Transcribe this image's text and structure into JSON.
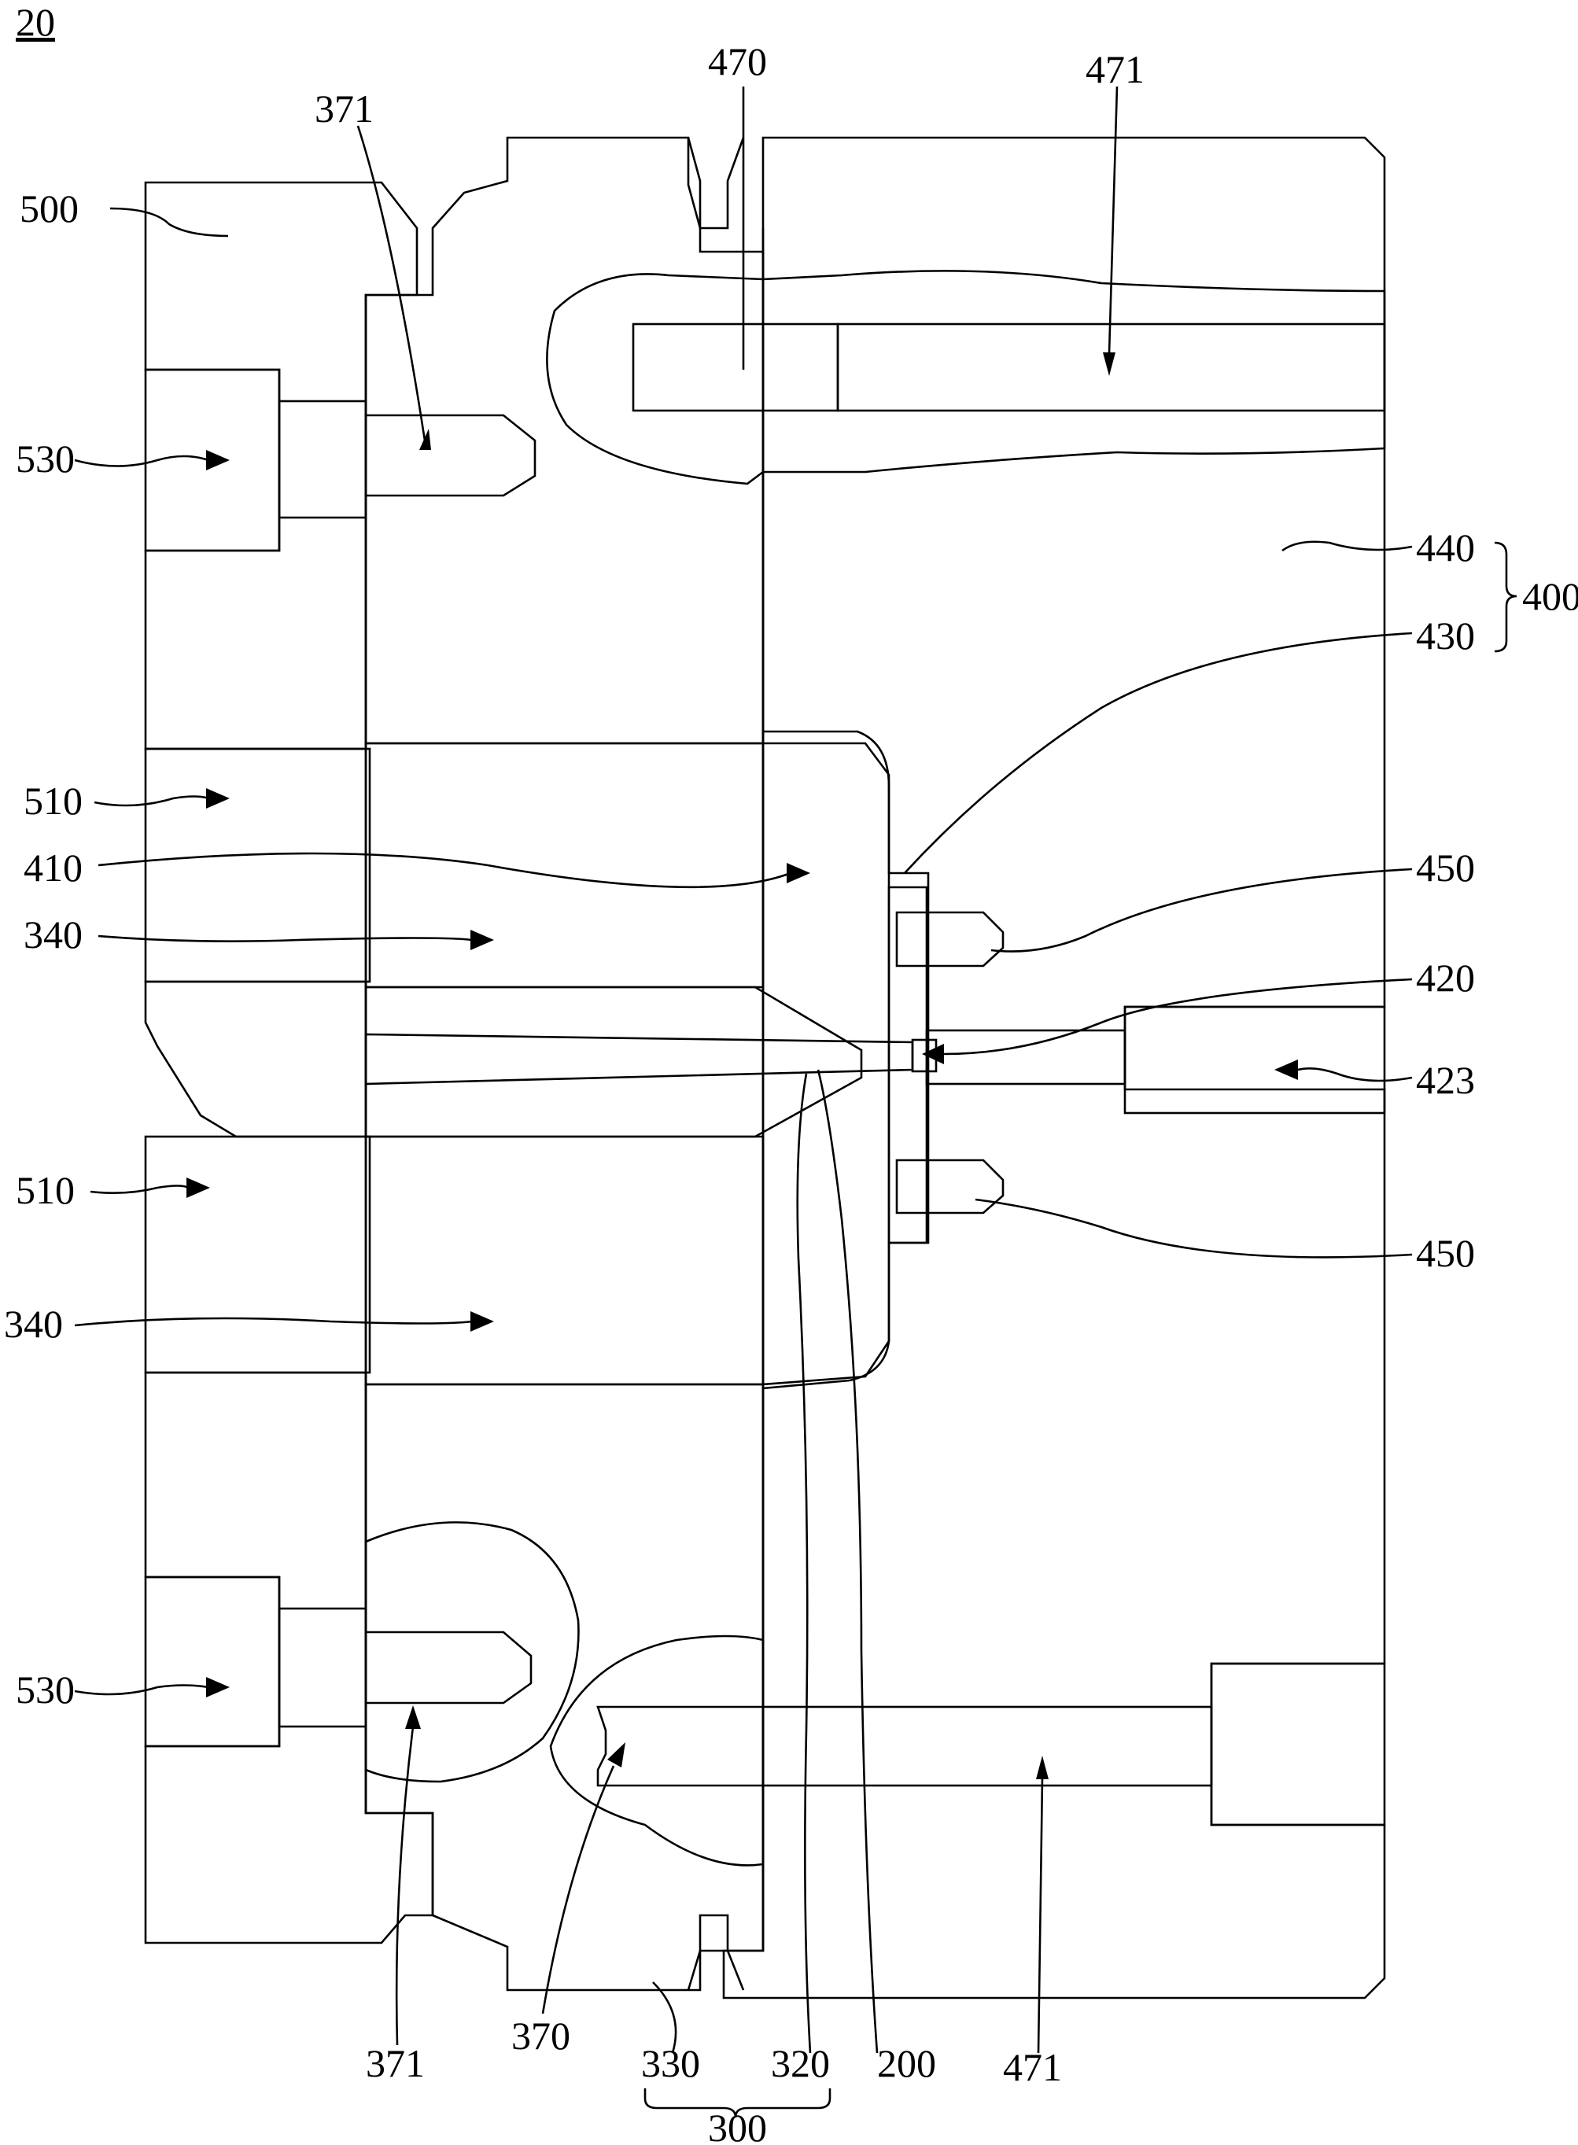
{
  "figure_label": "20",
  "labels": {
    "l500": "500",
    "l371a": "371",
    "l470": "470",
    "l471a": "471",
    "l530a": "530",
    "l440": "440",
    "l400": "400",
    "l430": "430",
    "l510a": "510",
    "l410": "410",
    "l450a": "450",
    "l340a": "340",
    "l420": "420",
    "l423": "423",
    "l510b": "510",
    "l450b": "450",
    "l340b": "340",
    "l530b": "530",
    "l371b": "371",
    "l370": "370",
    "l330": "330",
    "l320": "320",
    "l200": "200",
    "l471b": "471",
    "l300": "300"
  }
}
